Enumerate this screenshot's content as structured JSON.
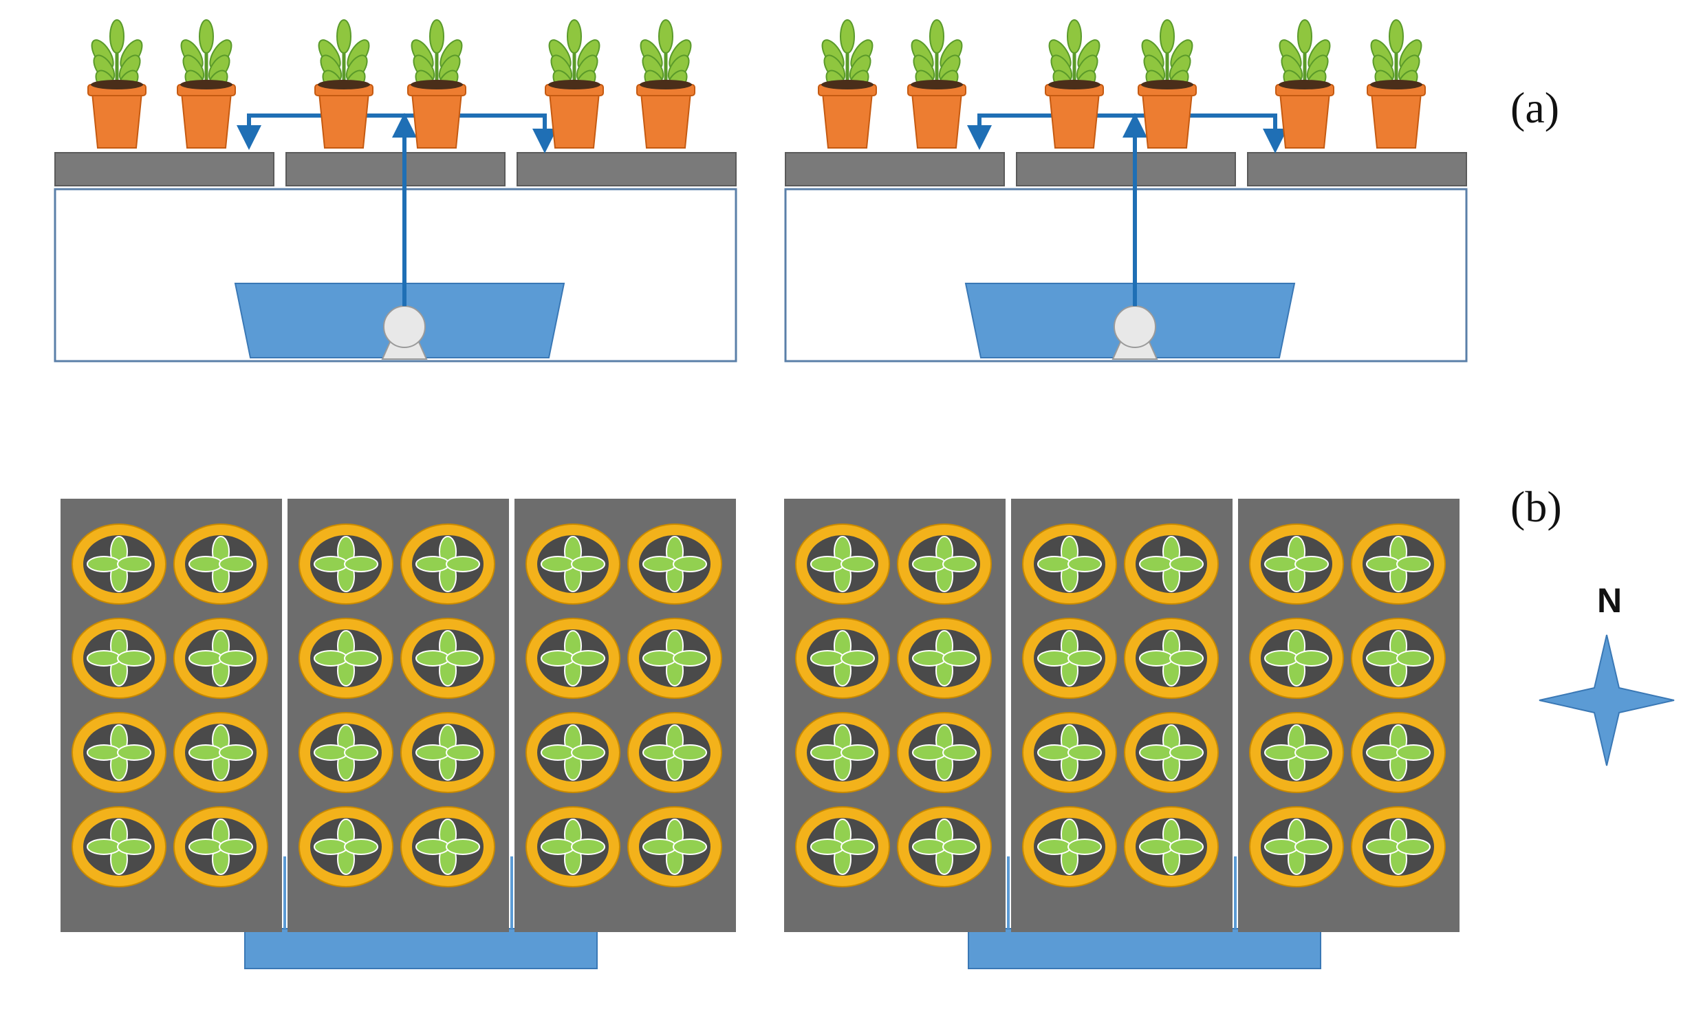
{
  "labels": {
    "panel_a": "(a)",
    "panel_b": "(b)",
    "north": "N"
  },
  "systems": [
    {
      "id": "system-left",
      "plants_per_bed_side_view": 2,
      "bed_count": 3,
      "pot_rows_top_view": 4,
      "pot_columns_per_bed": 2
    },
    {
      "id": "system-right",
      "plants_per_bed_side_view": 2,
      "bed_count": 3,
      "pot_rows_top_view": 4,
      "pot_columns_per_bed": 2
    }
  ],
  "colors": {
    "bed": "#7a7a7a",
    "bed_top_view": "#6d6d6d",
    "water": "#5b9bd5",
    "pipe": "#1f6fb5",
    "pot": "#ed7d31",
    "pot_rim": "#f4b183",
    "soil": "#4a2e1a",
    "leaf": "#8fc63f",
    "leaf_dark": "#5a9a2a",
    "ring": "#f3b21b",
    "ring_inner": "#4a4a4a",
    "top_leaf": "#92d050",
    "pump": "#e8e8e8",
    "frame": "#5a7fa8",
    "compass": "#5b9bd5"
  }
}
